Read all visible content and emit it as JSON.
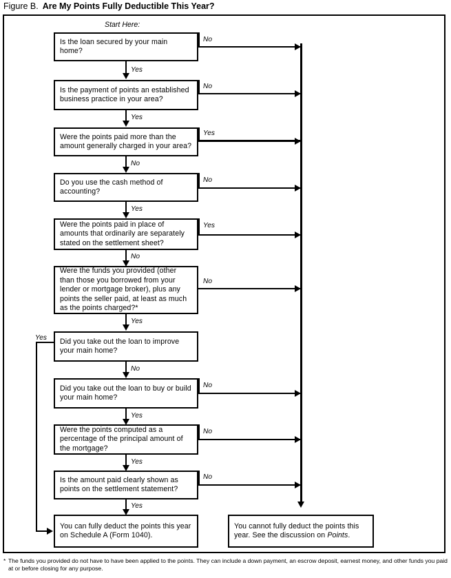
{
  "figure": {
    "label": "Figure B.",
    "headline": "Are My Points Fully Deductible This Year?"
  },
  "start_label": "Start Here:",
  "nodes": {
    "q1": "Is the loan secured by your main home?",
    "q2": "Is the payment of points an established business practice in your area?",
    "q3": "Were the points paid more than the amount generally charged in your area?",
    "q4": "Do you use the cash method of accounting?",
    "q5": "Were the points paid in place of amounts that ordinarily are separately stated on the settlement sheet?",
    "q6": "Were the funds you provided (other than those you borrowed from your lender or mortgage broker), plus any points the seller paid, at least as much as the points charged?*",
    "q7": "Did you take out the loan to improve your main home?",
    "q8": "Did you take out the loan to buy or build your main home?",
    "q9": "Were the points computed as a percentage of the principal amount of the mortgage?",
    "q10": "Is the amount paid clearly shown as points on the settlement statement?",
    "t_yes_part1": "You can fully deduct the points this year on Schedule A (Form 1040).",
    "t_no_part1": "You cannot fully deduct the points this year. See the discussion on ",
    "t_no_italic": "Points",
    "t_no_part2": "."
  },
  "edges": {
    "q1_no": "No",
    "q1_yes": "Yes",
    "q2_no": "No",
    "q2_yes": "Yes",
    "q3_yes": "Yes",
    "q3_no": "No",
    "q4_no": "No",
    "q4_yes": "Yes",
    "q5_yes": "Yes",
    "q5_no": "No",
    "q6_no": "No",
    "q6_yes": "Yes",
    "q7_yes": "Yes",
    "q7_no": "No",
    "q8_no": "No",
    "q8_yes": "Yes",
    "q9_no": "No",
    "q9_yes": "Yes",
    "q10_no": "No",
    "q10_yes": "Yes"
  },
  "footnote": {
    "marker": "*",
    "text": "The funds you provided do not have to have been applied to the points. They can include a down payment, an escrow deposit, earnest money, and other funds you paid at or before closing for any purpose."
  },
  "colors": {
    "ink": "#000000",
    "paper": "#ffffff"
  }
}
